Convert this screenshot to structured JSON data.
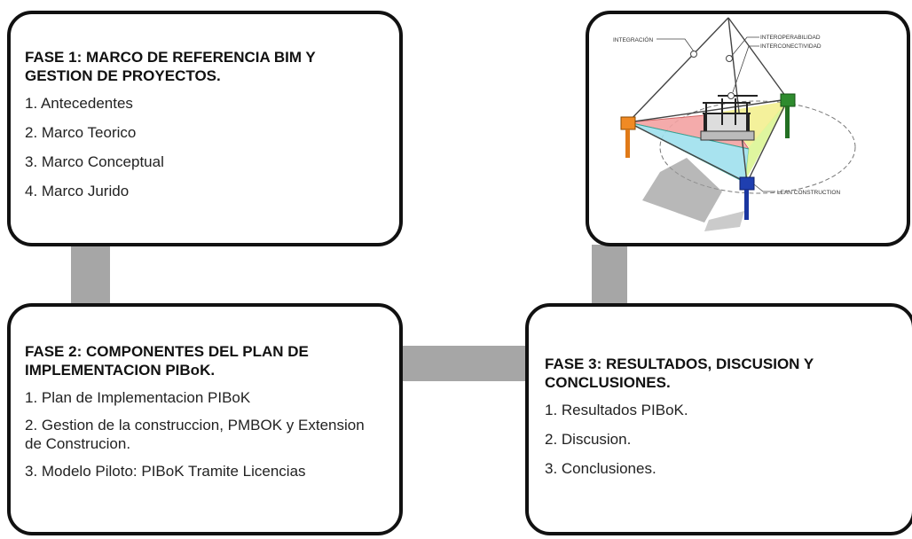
{
  "phase1": {
    "title": "FASE 1: MARCO DE REFERENCIA BIM Y GESTION DE PROYECTOS.",
    "items": [
      "1. Antecedentes",
      "2. Marco Teorico",
      "3. Marco Conceptual",
      "4. Marco Jurido"
    ]
  },
  "phase2": {
    "title": "FASE 2: COMPONENTES DEL PLAN DE IMPLEMENTACION PIBoK.",
    "items": [
      "1. Plan de Implementacion PIBoK",
      "2. Gestion de la construccion, PMBOK y Extension de Construcion.",
      "3. Modelo Piloto: PIBoK Tramite Licencias"
    ]
  },
  "phase3": {
    "title": "FASE 3: RESULTADOS, DISCUSION Y CONCLUSIONES.",
    "items": [
      "1. Resultados PIBoK.",
      "2. Discusion.",
      "3. Conclusiones."
    ]
  },
  "figure": {
    "label_integracion": "INTEGRACIÓN",
    "label_interoperabilidad": "INTEROPERABILIDAD",
    "label_interconectividad": "INTERCONECTIVIDAD",
    "label_lean": "LEAN CONSTRUCTION"
  },
  "colors": {
    "connector": "#a6a6a6",
    "border": "#111111",
    "orange": "#f08a24",
    "green": "#2e8b2e",
    "blue": "#1f3fb0",
    "red_plane": "#f3a3a3",
    "cyan_plane": "#9fe0ee",
    "yellow_plane": "#f2ee8a"
  }
}
